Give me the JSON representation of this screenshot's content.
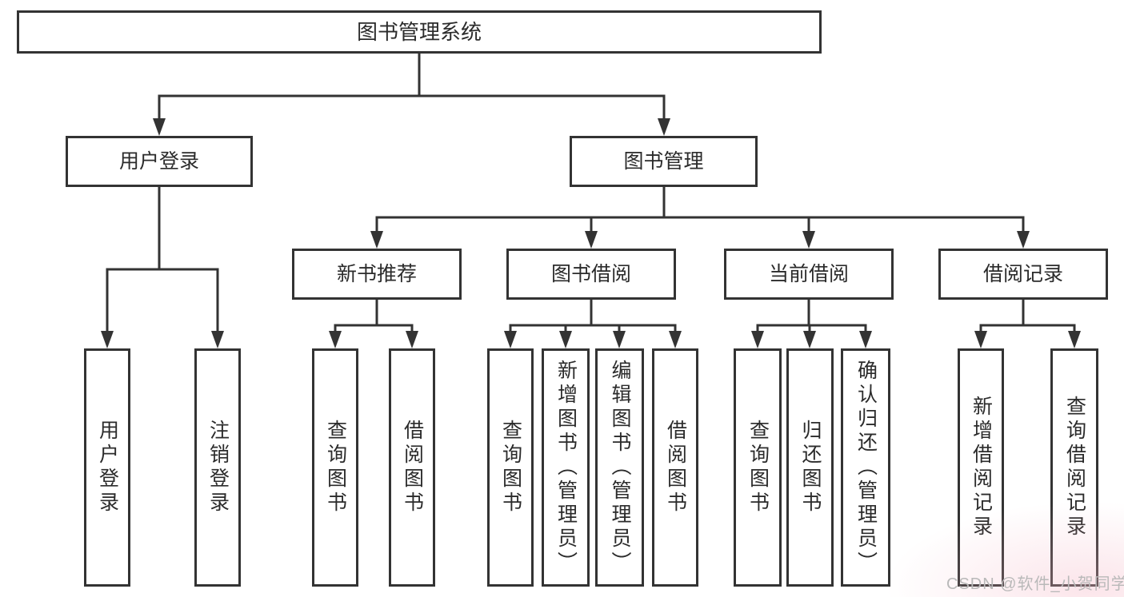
{
  "tree": {
    "root": "图书管理系统",
    "login": {
      "label": "用户登录",
      "children": [
        {
          "label": "用户登录"
        },
        {
          "label": "注销登录"
        }
      ]
    },
    "management": {
      "label": "图书管理",
      "sections": [
        {
          "label": "新书推荐",
          "children": [
            {
              "label": "查询图书"
            },
            {
              "label": "借阅图书"
            }
          ]
        },
        {
          "label": "图书借阅",
          "children": [
            {
              "label": "查询图书"
            },
            {
              "label": "新增图书（管理员）"
            },
            {
              "label": "编辑图书（管理员）"
            },
            {
              "label": "借阅图书"
            }
          ]
        },
        {
          "label": "当前借阅",
          "children": [
            {
              "label": "查询图书"
            },
            {
              "label": "归还图书"
            },
            {
              "label": "确认归还（管理员）"
            }
          ]
        },
        {
          "label": "借阅记录",
          "children": [
            {
              "label": "新增借阅记录"
            },
            {
              "label": "查询借阅记录"
            }
          ]
        }
      ]
    }
  },
  "watermark": "CSDN @软件_小贺同学",
  "colors": {
    "line": "#333333",
    "text": "#2b2b2b",
    "box_background": "#ffffff",
    "watermark": "#b9b9b9",
    "page_background": "#ffffff"
  }
}
